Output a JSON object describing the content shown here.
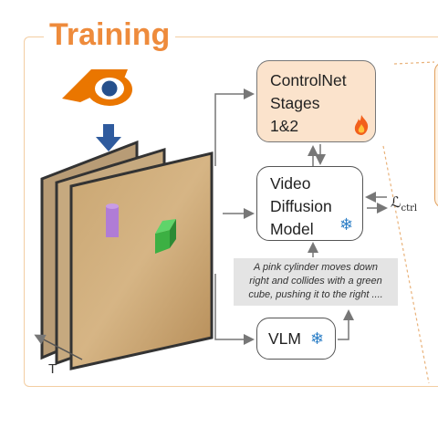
{
  "title": "Training",
  "boxes": {
    "controlnet": "ControlNet\nStages\n1&2",
    "vdm": "Video\nDiffusion\nModel",
    "vlm": "VLM"
  },
  "caption": {
    "line1": "A pink cylinder moves down",
    "line2": "right and collides with a green",
    "line3": "cube, pushing it to the right ...."
  },
  "loss": {
    "symbol": "ℒ",
    "subscript": "ctrl"
  },
  "axis_label": "T",
  "icons": [
    "blender-logo-icon",
    "down-arrow-icon",
    "fire-icon",
    "snowflake-icon"
  ],
  "colors": {
    "accent": "#ee8b3c",
    "controlnet_fill": "#fbe3cc",
    "frame": "#f3cda2",
    "snowflake": "#2f80c7",
    "arrow": "#2f5b9e"
  }
}
